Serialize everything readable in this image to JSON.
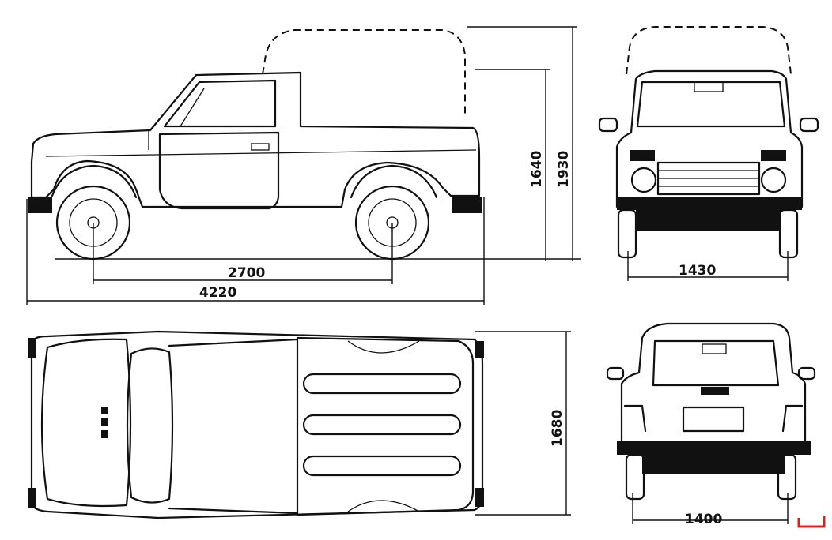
{
  "dimensions": {
    "wheelbase": "2700",
    "overall_length": "4220",
    "height_cab": "1640",
    "height_canopy": "1930",
    "front_track": "1430",
    "overall_width": "1680",
    "rear_track": "1400"
  },
  "colors": {
    "ink": "#111111",
    "background": "#ffffff",
    "corner_mark": "#e02020"
  }
}
